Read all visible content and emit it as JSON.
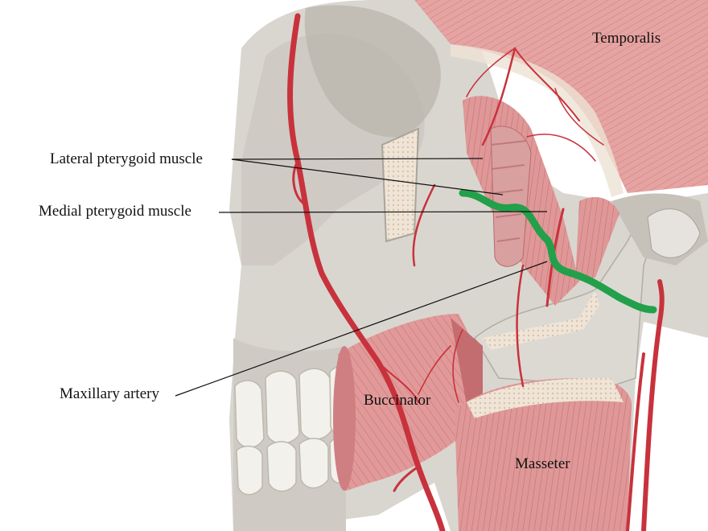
{
  "labels": {
    "temporalis": "Temporalis",
    "lateral_pterygoid": "Lateral pterygoid muscle",
    "medial_pterygoid": "Medial pterygoid muscle",
    "maxillary_artery": "Maxillary artery",
    "buccinator": "Buccinator",
    "masseter": "Masseter"
  },
  "colors": {
    "bone": "#d9d6d0",
    "bone_shadow": "#a9a49c",
    "muscle": "#d98a8a",
    "muscle_dark": "#b55a5e",
    "artery": "#c8323c",
    "maxillary_artery": "#22a04a",
    "teeth": "#f3f1ec",
    "label_text": "#111111"
  }
}
